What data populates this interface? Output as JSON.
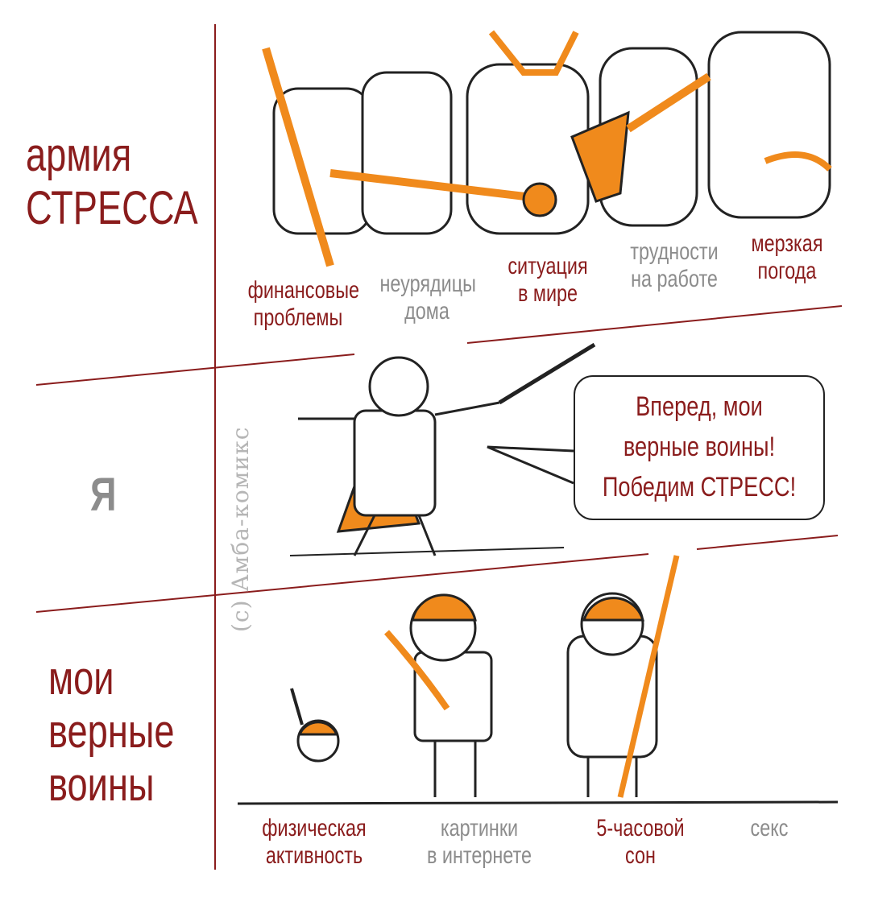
{
  "colors": {
    "text_red": "#8a1c1c",
    "accent_orange": "#f08a1c",
    "muted_gray": "#8c8c8c",
    "line": "#8a1c1c"
  },
  "sections": {
    "army": {
      "title_line1": "армия",
      "title_line2": "СТРЕССА",
      "labels": [
        {
          "line1": "финансовые",
          "line2": "проблемы",
          "highlight": true
        },
        {
          "line1": "неурядицы",
          "line2": "дома",
          "highlight": false
        },
        {
          "line1": "ситуация",
          "line2": "в мире",
          "highlight": true
        },
        {
          "line1": "трудности",
          "line2": "на работе",
          "highlight": false
        },
        {
          "line1": "мерзкая",
          "line2": "погода",
          "highlight": true
        }
      ]
    },
    "me": {
      "title": "Я",
      "speech": {
        "line1": "Вперед, мои",
        "line2": "верные воины!",
        "line3": "Победим СТРЕСС!"
      }
    },
    "warriors": {
      "title_line1": "мои",
      "title_line2": "верные",
      "title_line3": "воины",
      "labels": [
        {
          "line1": "физическая",
          "line2": "активность",
          "highlight": true
        },
        {
          "line1": "картинки",
          "line2": "в интернете",
          "highlight": false
        },
        {
          "line1": "5-часовой",
          "line2": "сон",
          "highlight": true
        },
        {
          "line1": "секс",
          "line2": "",
          "highlight": false
        }
      ]
    }
  },
  "watermark": "(c) Амба-комикс"
}
